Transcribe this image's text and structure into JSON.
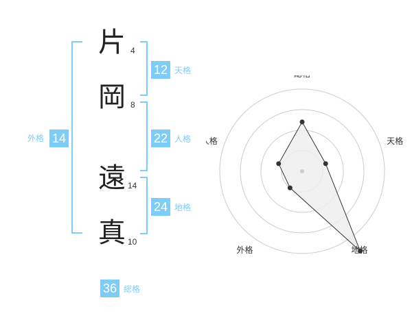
{
  "name": {
    "chars": [
      {
        "char": "片",
        "strokes": "4"
      },
      {
        "char": "岡",
        "strokes": "8"
      },
      {
        "char": "遠",
        "strokes": "14"
      },
      {
        "char": "真",
        "strokes": "10"
      }
    ]
  },
  "scores": {
    "tenkaku": {
      "value": "12",
      "label": "天格"
    },
    "jinkaku": {
      "value": "22",
      "label": "人格"
    },
    "chikaku": {
      "value": "24",
      "label": "地格"
    },
    "gaikaku": {
      "value": "14",
      "label": "外格"
    },
    "soukaku": {
      "value": "36",
      "label": "総格"
    }
  },
  "colors": {
    "accent": "#7fcdf5",
    "bracket": "#7fcdf5",
    "radar_line": "#333333",
    "radar_fill": "#eeeeee",
    "radar_ring": "#cccccc"
  },
  "chart_data": {
    "type": "radar",
    "axes": [
      "総格",
      "天格",
      "地格",
      "外格",
      "人格"
    ],
    "values": [
      0.6,
      0.3,
      1.2,
      0.25,
      0.3
    ],
    "rings": 4
  }
}
